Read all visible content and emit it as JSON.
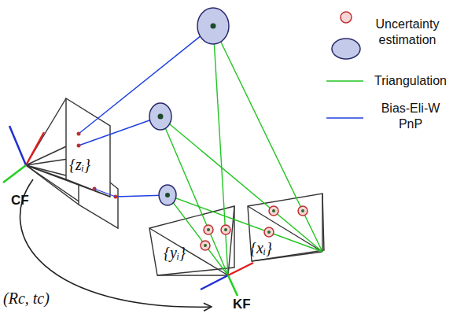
{
  "diagram": {
    "labels": [
      "{zᵢ}",
      "CF",
      "{yᵢ}",
      "{xᵢ}",
      "KF",
      "(Rc, tc)"
    ],
    "legend": [
      {
        "text": "Uncertainty estimation"
      },
      {
        "text": "Triangulation"
      },
      {
        "text": "Bias-Eli-W PnP"
      }
    ]
  }
}
